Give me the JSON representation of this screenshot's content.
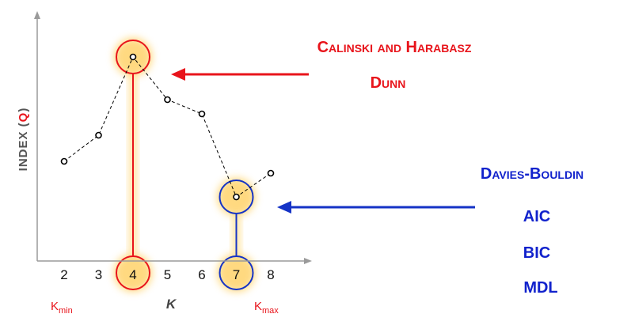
{
  "chart_data": {
    "type": "line",
    "ylabel_prefix": "INDEX (",
    "ylabel_symbol": "Q",
    "ylabel_suffix": ")",
    "xlabel": "K",
    "kmin_base": "K",
    "kmin_sub": "min",
    "kmax_base": "K",
    "kmax_sub": "max",
    "x": [
      2,
      3,
      4,
      5,
      6,
      7,
      8
    ],
    "values": [
      4.2,
      5.3,
      8.6,
      6.8,
      6.2,
      2.7,
      3.7
    ],
    "ylim": [
      0,
      10
    ],
    "tick_labels": [
      "2",
      "3",
      "4",
      "5",
      "6",
      "7",
      "8"
    ],
    "max_highlight_k": 4,
    "min_highlight_k": 7
  },
  "labels": {
    "max_group": [
      "Calinski and Harabasz",
      "Dunn"
    ],
    "min_group": [
      "Davies-Bouldin",
      "AIC",
      "BIC",
      "MDL"
    ]
  },
  "colors": {
    "max": "#e8141b",
    "min": "#1533c6",
    "glow": "#ffd36b",
    "axis": "#9a9a9a"
  }
}
